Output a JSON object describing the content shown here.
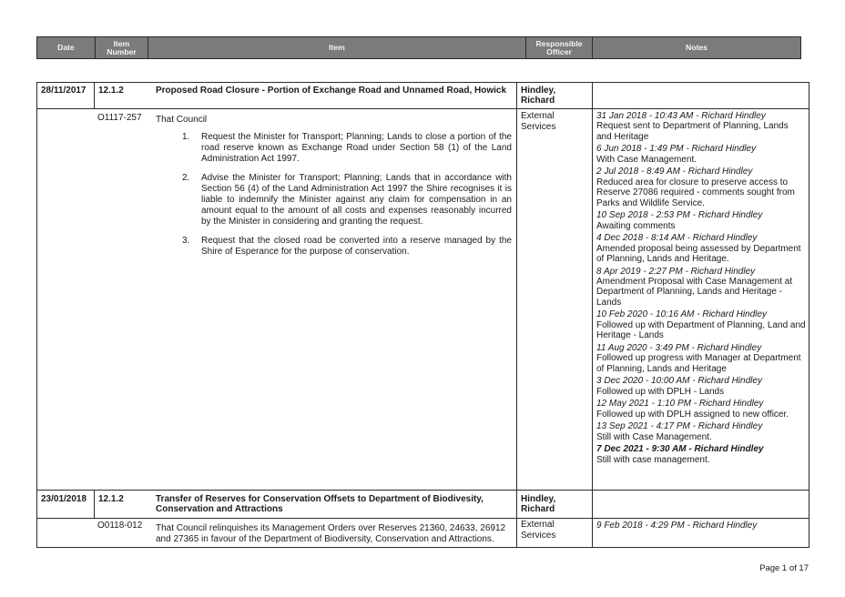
{
  "header": {
    "date": "Date",
    "item_number": "Item Number",
    "item": "Item",
    "responsible_officer": "Responsible Officer",
    "notes": "Notes"
  },
  "rows": [
    {
      "date": "28/11/2017",
      "item_no": "12.1.2",
      "title": "Proposed Road Closure - Portion of Exchange Road and Unnamed Road, Howick",
      "officer_line1": "Hindley,",
      "officer_line2": "Richard",
      "ref": "O1117-257",
      "resolution_intro": "That Council",
      "resolution_items": [
        "Request the Minister for Transport; Planning; Lands to close a portion of the road reserve known as Exchange Road under Section 58 (1) of the Land Administration Act 1997.",
        "Advise the Minister for Transport; Planning; Lands that in accordance with Section 56 (4) of the Land Administration Act 1997 the Shire recognises it is liable to indemnify the Minister against any claim for compensation in an amount equal to the amount of all costs and expenses reasonably incurred by the Minister in considering and granting the request.",
        "Request that the closed road be converted into a reserve managed by the Shire of Esperance for the purpose of conservation."
      ],
      "responsible": "External Services",
      "notes": [
        {
          "stamp": "31 Jan 2018 - 10:43 AM - Richard Hindley",
          "text": "Request sent to Department of Planning, Lands and Heritage"
        },
        {
          "stamp": "6 Jun 2018 - 1:49 PM - Richard Hindley",
          "text": "With Case Management."
        },
        {
          "stamp": "2 Jul 2018 - 8:49 AM - Richard Hindley",
          "text": "Reduced area for closure to preserve access to Reserve 27086 required - comments sought from Parks and Wildlife Service."
        },
        {
          "stamp": "10 Sep 2018 - 2:53 PM - Richard Hindley",
          "text": "Awaiting comments"
        },
        {
          "stamp": "4 Dec 2018 - 8:14 AM - Richard Hindley",
          "text": "Amended proposal being assessed by Department of Planning, Lands and Heritage."
        },
        {
          "stamp": "8 Apr 2019 - 2:27 PM - Richard Hindley",
          "text": "Amendment Proposal with Case Management at Department of Planning, Lands and Heritage - Lands"
        },
        {
          "stamp": "10 Feb 2020 - 10:16 AM - Richard Hindley",
          "text": "Followed up with Department of Planning, Land and Heritage - Lands"
        },
        {
          "stamp": "11 Aug 2020 - 3:49 PM - Richard Hindley",
          "text": "Followed up progress with Manager at Department of Planning, Lands and Heritage"
        },
        {
          "stamp": "3 Dec 2020 - 10:00 AM - Richard Hindley",
          "text": "Followed up with DPLH - Lands"
        },
        {
          "stamp": "12 May 2021 - 1:10 PM - Richard Hindley",
          "text": "Followed up with DPLH assigned to new officer."
        },
        {
          "stamp": "13 Sep 2021 - 4:17 PM - Richard Hindley",
          "text": "Still with Case Management."
        },
        {
          "stamp": "7 Dec 2021 - 9:30 AM - Richard Hindley",
          "text": "Still with case management."
        }
      ]
    },
    {
      "date": "23/01/2018",
      "item_no": "12.1.2",
      "title_line1": "Transfer of Reserves for Conservation Offsets to Department of Biodivesity,",
      "title_line2": "Conservation and Attractions",
      "officer_line1": "Hindley,",
      "officer_line2": "Richard",
      "ref": "O0118-012",
      "resolution_line1": "That Council relinquishes its Management Orders over Reserves 21360, 24633, 26912",
      "resolution_line2": "and 27365 in favour of the Department of Biodiversity, Conservation and Attractions.",
      "responsible": "External Services",
      "notes": [
        {
          "stamp": "9 Feb 2018 - 4:29 PM - Richard Hindley"
        }
      ]
    }
  ],
  "footer": {
    "page": "Page 1 of 17"
  }
}
